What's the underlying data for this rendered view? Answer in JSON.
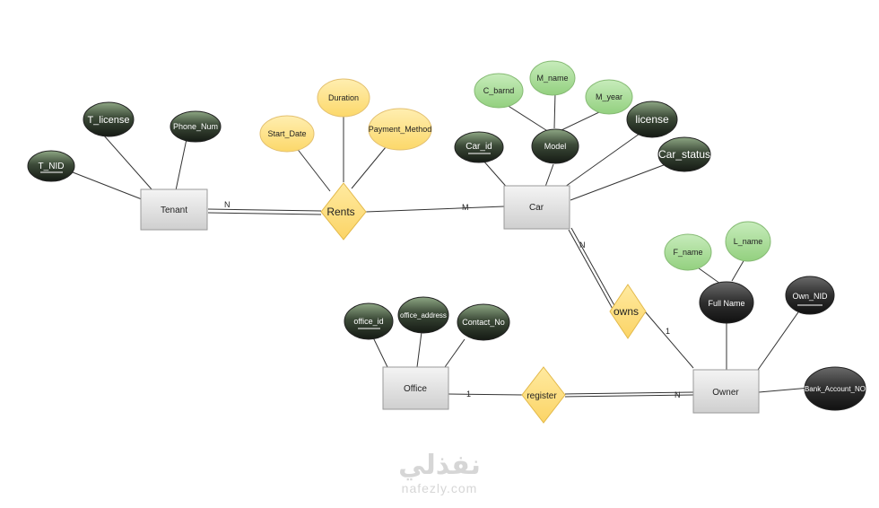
{
  "entities": {
    "tenant": "Tenant",
    "car": "Car",
    "owner": "Owner",
    "office": "Office"
  },
  "relationships": {
    "rents": "Rents",
    "owns": "owns",
    "register": "register"
  },
  "attributes": {
    "t_nid": "T_NID",
    "t_license": "T_license",
    "phone_num": "Phone_Num",
    "start_date": "Start_Date",
    "duration": "Duration",
    "payment_method": "Payment_Method",
    "c_barnd": "C_barnd",
    "m_name": "M_name",
    "m_year": "M_year",
    "car_id": "Car_id",
    "model": "Model",
    "license": "license",
    "car_status": "Car_status",
    "f_name": "F_name",
    "l_name": "L_name",
    "full_name": "Full Name",
    "own_nid": "Own_NID",
    "bank_account_no": "Bank_Account_NO",
    "office_id": "office_id",
    "office_address": "office_address",
    "contact_no": "Contact_No"
  },
  "cardinalities": {
    "tenant_rents": "N",
    "car_rents": "M",
    "car_owns": "N",
    "owner_owns": "1",
    "office_register": "1",
    "owner_register": "N"
  },
  "watermark": {
    "arabic": "نفذلي",
    "latin": "nafezly.com"
  },
  "colors": {
    "dark_attribute": "#2b2b2b",
    "green_dark_attribute": "#3d4a3a",
    "light_green_attribute": "#a8d99a",
    "yellow_attribute": "#fde18a",
    "relationship": "#fde18a",
    "entity": "#e2e2e2"
  }
}
